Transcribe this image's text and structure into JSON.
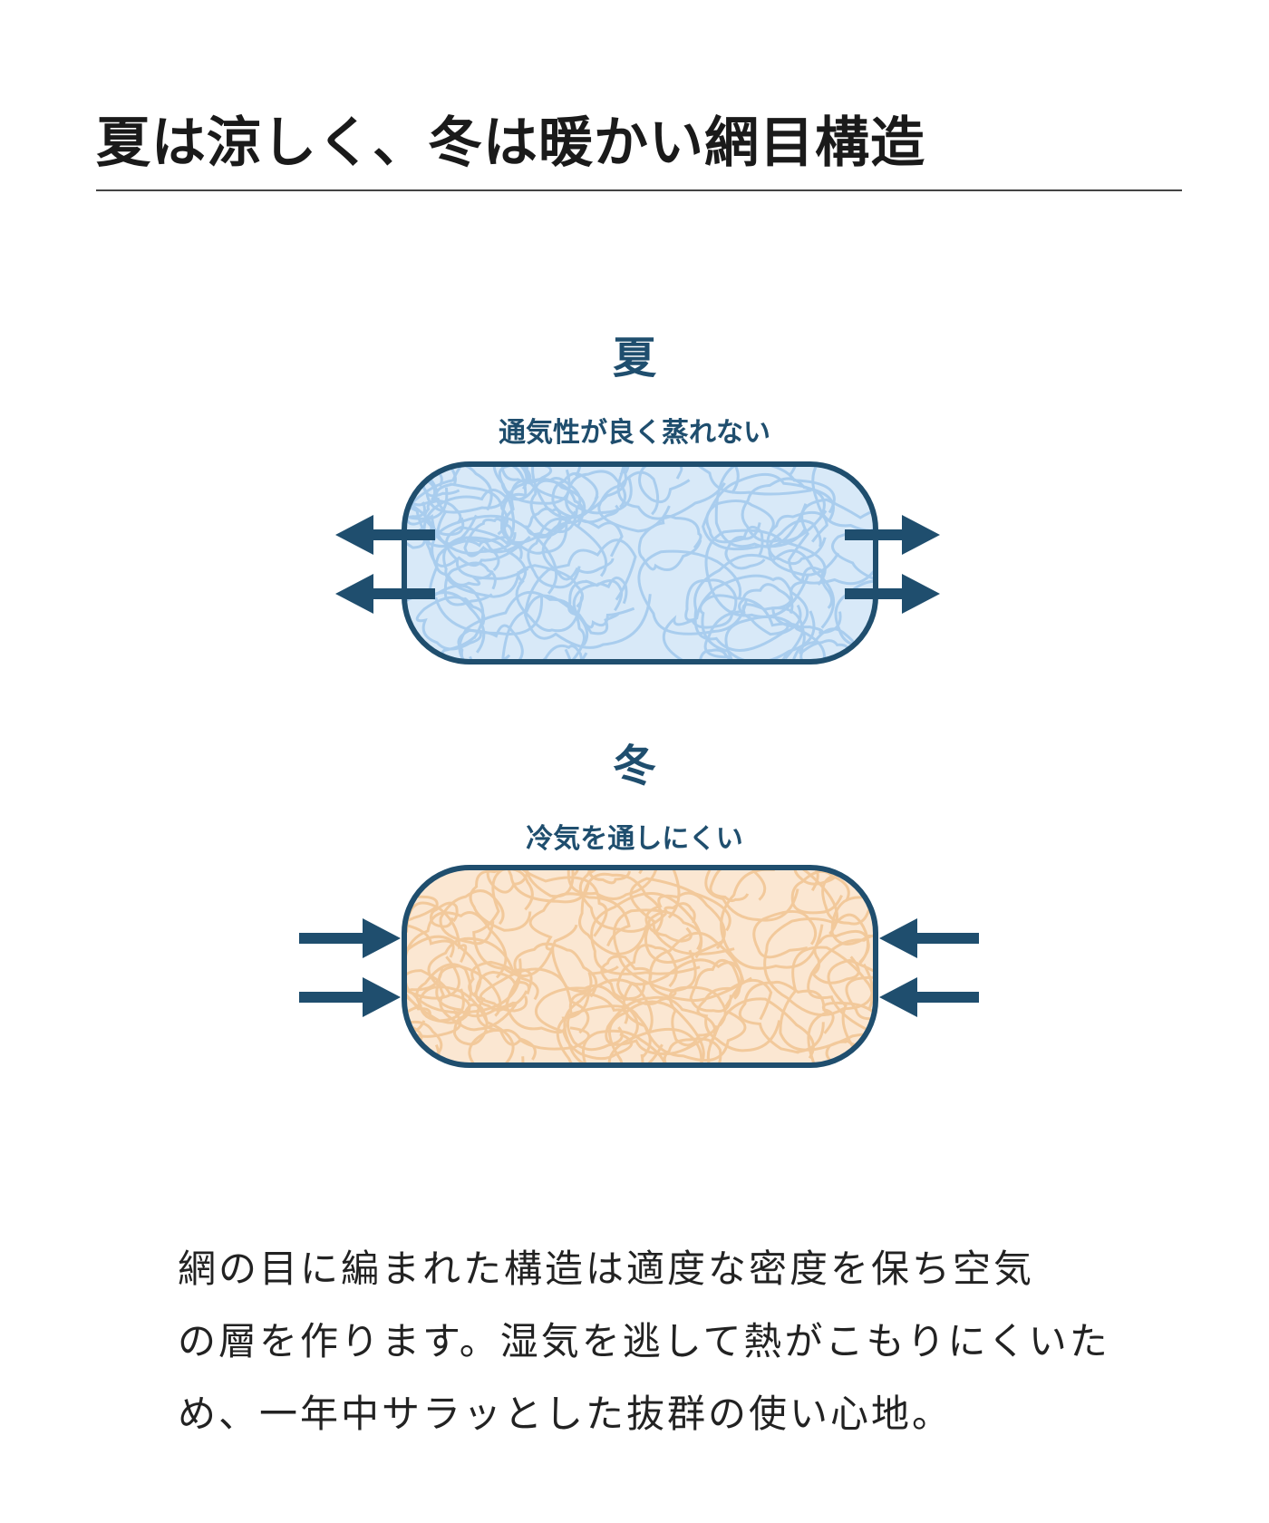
{
  "heading": "夏は涼しく、冬は暖かい網目構造",
  "colors": {
    "navy": "#1f4e6e",
    "summer_fill": "#d8e9f8",
    "summer_strand": "#a9cdee",
    "winter_fill": "#fbe7d2",
    "winter_strand": "#f2c99b"
  },
  "summer": {
    "title": "夏",
    "subtitle": "通気性が良く蒸れない",
    "arrow_direction": "outward"
  },
  "winter": {
    "title": "冬",
    "subtitle": "冷気を通しにくい",
    "arrow_direction": "inward"
  },
  "description": {
    "line1": "網の目に編まれた構造は適度な密度を保ち空気",
    "line2": "の層を作ります。湿気を逃して熱がこもりにくいた",
    "line3": "め、一年中サラッとした抜群の使い心地。"
  }
}
